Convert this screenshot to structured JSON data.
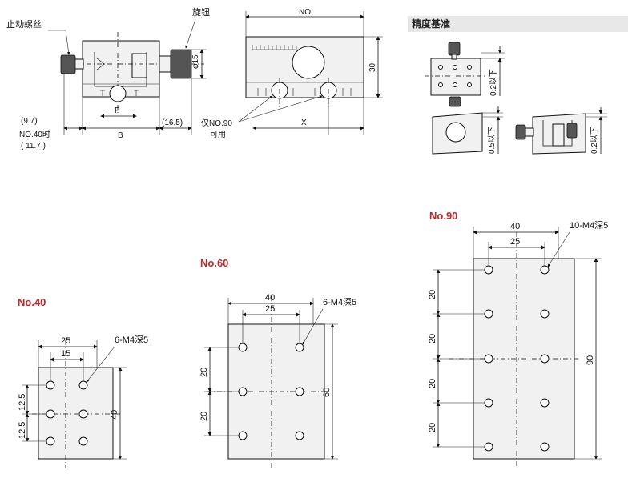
{
  "top_labels": {
    "stop_screw": "止动螺丝",
    "knob": "旋钮",
    "no_label": "NO.",
    "dia": "φ15",
    "height": "30",
    "dim_97": "(9.7)",
    "no40_when": "NO.40时",
    "dim_117": "( 11.7 )",
    "p": "P",
    "b": "B",
    "dim_165": "(16.5)",
    "no90_only": "仅NO.90",
    "usable": "可用",
    "x": "X"
  },
  "accuracy": {
    "title": "精度基准",
    "tol_1": "0.2以下",
    "tol_2": "0.5以下",
    "tol_3": "0.2以下"
  },
  "plates": {
    "no40": {
      "title": "No.40",
      "w_outer": "25",
      "w_inner": "15",
      "holes": "6-M4深5",
      "pitch_a": "12.5",
      "pitch_b": "12.5",
      "height": "40"
    },
    "no60": {
      "title": "No.60",
      "w_outer": "40",
      "w_inner": "25",
      "holes": "6-M4深5",
      "pitch_a": "20",
      "pitch_b": "20",
      "height": "60"
    },
    "no90": {
      "title": "No.90",
      "w_outer": "40",
      "w_inner": "25",
      "holes": "10-M4深5",
      "pitch_a": "20",
      "pitch_b": "20",
      "pitch_c": "20",
      "pitch_d": "20",
      "height": "90"
    }
  }
}
